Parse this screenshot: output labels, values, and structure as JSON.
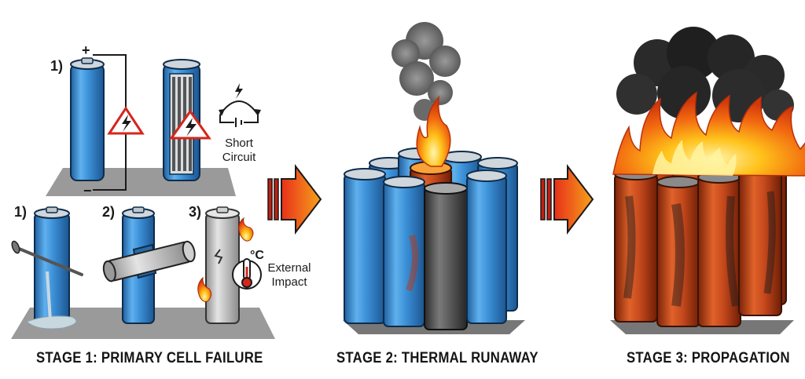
{
  "stage1": {
    "caption": "STAGE 1: PRIMARY CELL FAILURE",
    "internal": {
      "number": "1)",
      "plus_sign": "+",
      "minus_sign": "−",
      "short_circuit_line1": "Short",
      "short_circuit_line2": "Circuit"
    },
    "external": {
      "step1": "1)",
      "step2": "2)",
      "step3": "3)",
      "temp_unit": "°C",
      "impact_line1": "External",
      "impact_line2": "Impact"
    }
  },
  "stage2": {
    "caption": "STAGE 2: THERMAL RUNAWAY"
  },
  "stage3": {
    "caption": "STAGE 3: PROPAGATION"
  },
  "colors": {
    "cell_blue": "#3b8fd6",
    "burnt_orange": "#c4481c",
    "arrow_red": "#e8301a",
    "arrow_orange": "#f6a21b",
    "warning_red": "#d6261b",
    "platform_gray": "#9a9a9a"
  },
  "icons": [
    "warning-triangle-icon",
    "lightning-icon",
    "thermometer-icon",
    "fire-icon",
    "smoke-icon",
    "nail-icon",
    "arrow-right-icon"
  ]
}
